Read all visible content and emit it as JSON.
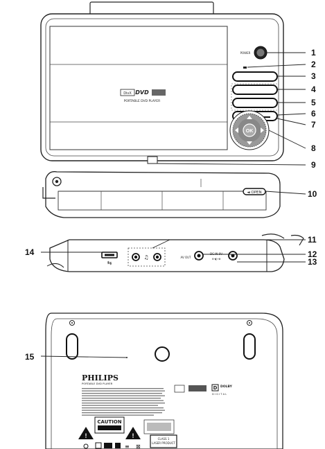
{
  "callouts": {
    "c1": "1",
    "c2": "2",
    "c3": "3",
    "c4": "4",
    "c5": "5",
    "c6": "6",
    "c7": "7",
    "c8": "8",
    "c9": "9",
    "c10": "10",
    "c11": "11",
    "c12": "12",
    "c13": "13",
    "c14": "14",
    "c15": "15"
  },
  "top_view": {
    "power_label": "POWER",
    "subtitle": "PORTABLE DVD PLAYER",
    "ok_label": "OK"
  },
  "front_view": {
    "open_label": "◄ OPEN"
  },
  "side_view": {
    "av_out_label": "AV OUT",
    "dc_in_label": "DC IN 9V"
  },
  "bottom_view": {
    "brand": "PHILIPS",
    "subtitle": "PORTABLE DVD PLAYER",
    "caution": "CAUTION",
    "dolby": "DOLBY",
    "digital": "D I G I T A L",
    "class_label": "CLASS 1",
    "laser_label": "LASER PRODUCT"
  }
}
